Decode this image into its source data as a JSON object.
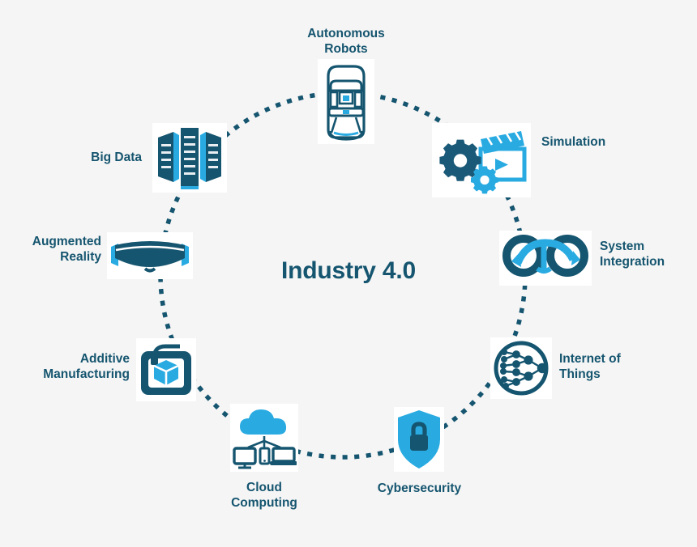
{
  "diagram": {
    "center_title": "Industry 4.0",
    "background_color": "#f5f5f5",
    "colors": {
      "dark_teal": "#15556f",
      "mid_teal": "#1a6480",
      "cyan": "#29abe2",
      "light_cyan": "#4cbfe8",
      "tile_background": "#ffffff"
    },
    "connector_style": "square-dotted-circle",
    "nodes": [
      {
        "id": "autonomous-robots",
        "label": "Autonomous\nRobots",
        "icon": "autonomous-robot-icon",
        "label_align": "c",
        "angle_deg": 270
      },
      {
        "id": "simulation",
        "label": "Simulation",
        "icon": "gears-clapperboard-icon",
        "label_align": "l",
        "angle_deg": 315
      },
      {
        "id": "system-integration",
        "label": "System\nIntegration",
        "icon": "integration-arrows-icon",
        "label_align": "l",
        "angle_deg": 0
      },
      {
        "id": "internet-of-things",
        "label": "Internet of\nThings",
        "icon": "iot-network-icon",
        "label_align": "l",
        "angle_deg": 45
      },
      {
        "id": "cybersecurity",
        "label": "Cybersecurity",
        "icon": "shield-lock-icon",
        "label_align": "c",
        "angle_deg": 90
      },
      {
        "id": "cloud-computing",
        "label": "Cloud\nComputing",
        "icon": "cloud-devices-icon",
        "label_align": "c",
        "angle_deg": 135
      },
      {
        "id": "additive-manufacturing",
        "label": "Additive\nManufacturing",
        "icon": "3d-printer-icon",
        "label_align": "r",
        "angle_deg": 180
      },
      {
        "id": "augmented-reality",
        "label": "Augmented\nReality",
        "icon": "ar-headset-icon",
        "label_align": "r",
        "angle_deg": 205
      },
      {
        "id": "big-data",
        "label": "Big Data",
        "icon": "server-racks-icon",
        "label_align": "r",
        "angle_deg": 230
      }
    ]
  }
}
